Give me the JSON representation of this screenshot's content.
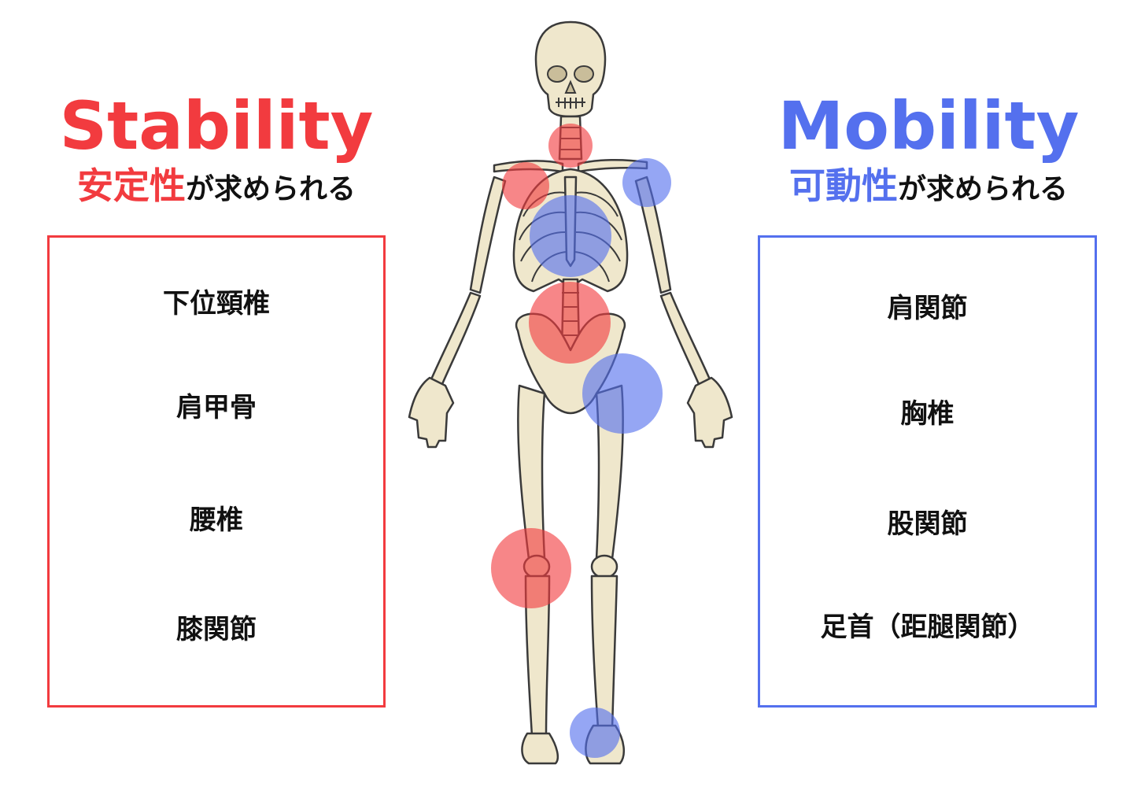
{
  "colors": {
    "stability": "#f23b3f",
    "mobility": "#5470ee",
    "bone_fill": "#efe7cc",
    "bone_stroke": "#3a3a3a"
  },
  "stability": {
    "title": "Stability",
    "subtitle_main": "安定性",
    "subtitle_rest": "が求められる",
    "items": [
      "下位頸椎",
      "肩甲骨",
      "腰椎",
      "膝関節"
    ]
  },
  "mobility": {
    "title": "Mobility",
    "subtitle_main": "可動性",
    "subtitle_rest": "が求められる",
    "items": [
      "肩関節",
      "胸椎",
      "股関節",
      "足首（距腿関節）"
    ]
  }
}
